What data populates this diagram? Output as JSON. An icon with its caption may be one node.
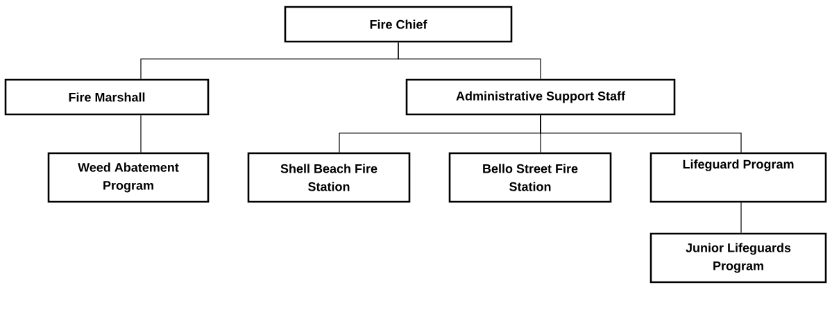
{
  "diagram": {
    "nodes": [
      {
        "text": [
          "Fire Chief"
        ]
      },
      {
        "text": [
          "Fire Marshall"
        ]
      },
      {
        "text": [
          "Administrative Support Staff"
        ]
      },
      {
        "text": [
          "Weed Abatement Program"
        ]
      },
      {
        "text": [
          "Shell Beach Fire Station"
        ]
      },
      {
        "text": [
          "Bello Street Fire Station"
        ]
      },
      {
        "text": [
          "Lifeguard Program"
        ]
      },
      {
        "text": [
          "Junior Lifeguards Program"
        ]
      }
    ],
    "edges": [
      {
        "from": 0,
        "to": 1,
        "arrow": "none"
      },
      {
        "from": 0,
        "to": 2,
        "arrow": "none"
      },
      {
        "from": 1,
        "to": 3,
        "arrow": "none"
      },
      {
        "from": 2,
        "to": 4,
        "arrow": "none"
      },
      {
        "from": 2,
        "to": 5,
        "arrow": "none"
      },
      {
        "from": 2,
        "to": 6,
        "arrow": "none"
      },
      {
        "from": 6,
        "to": 7,
        "arrow": "none"
      }
    ]
  }
}
